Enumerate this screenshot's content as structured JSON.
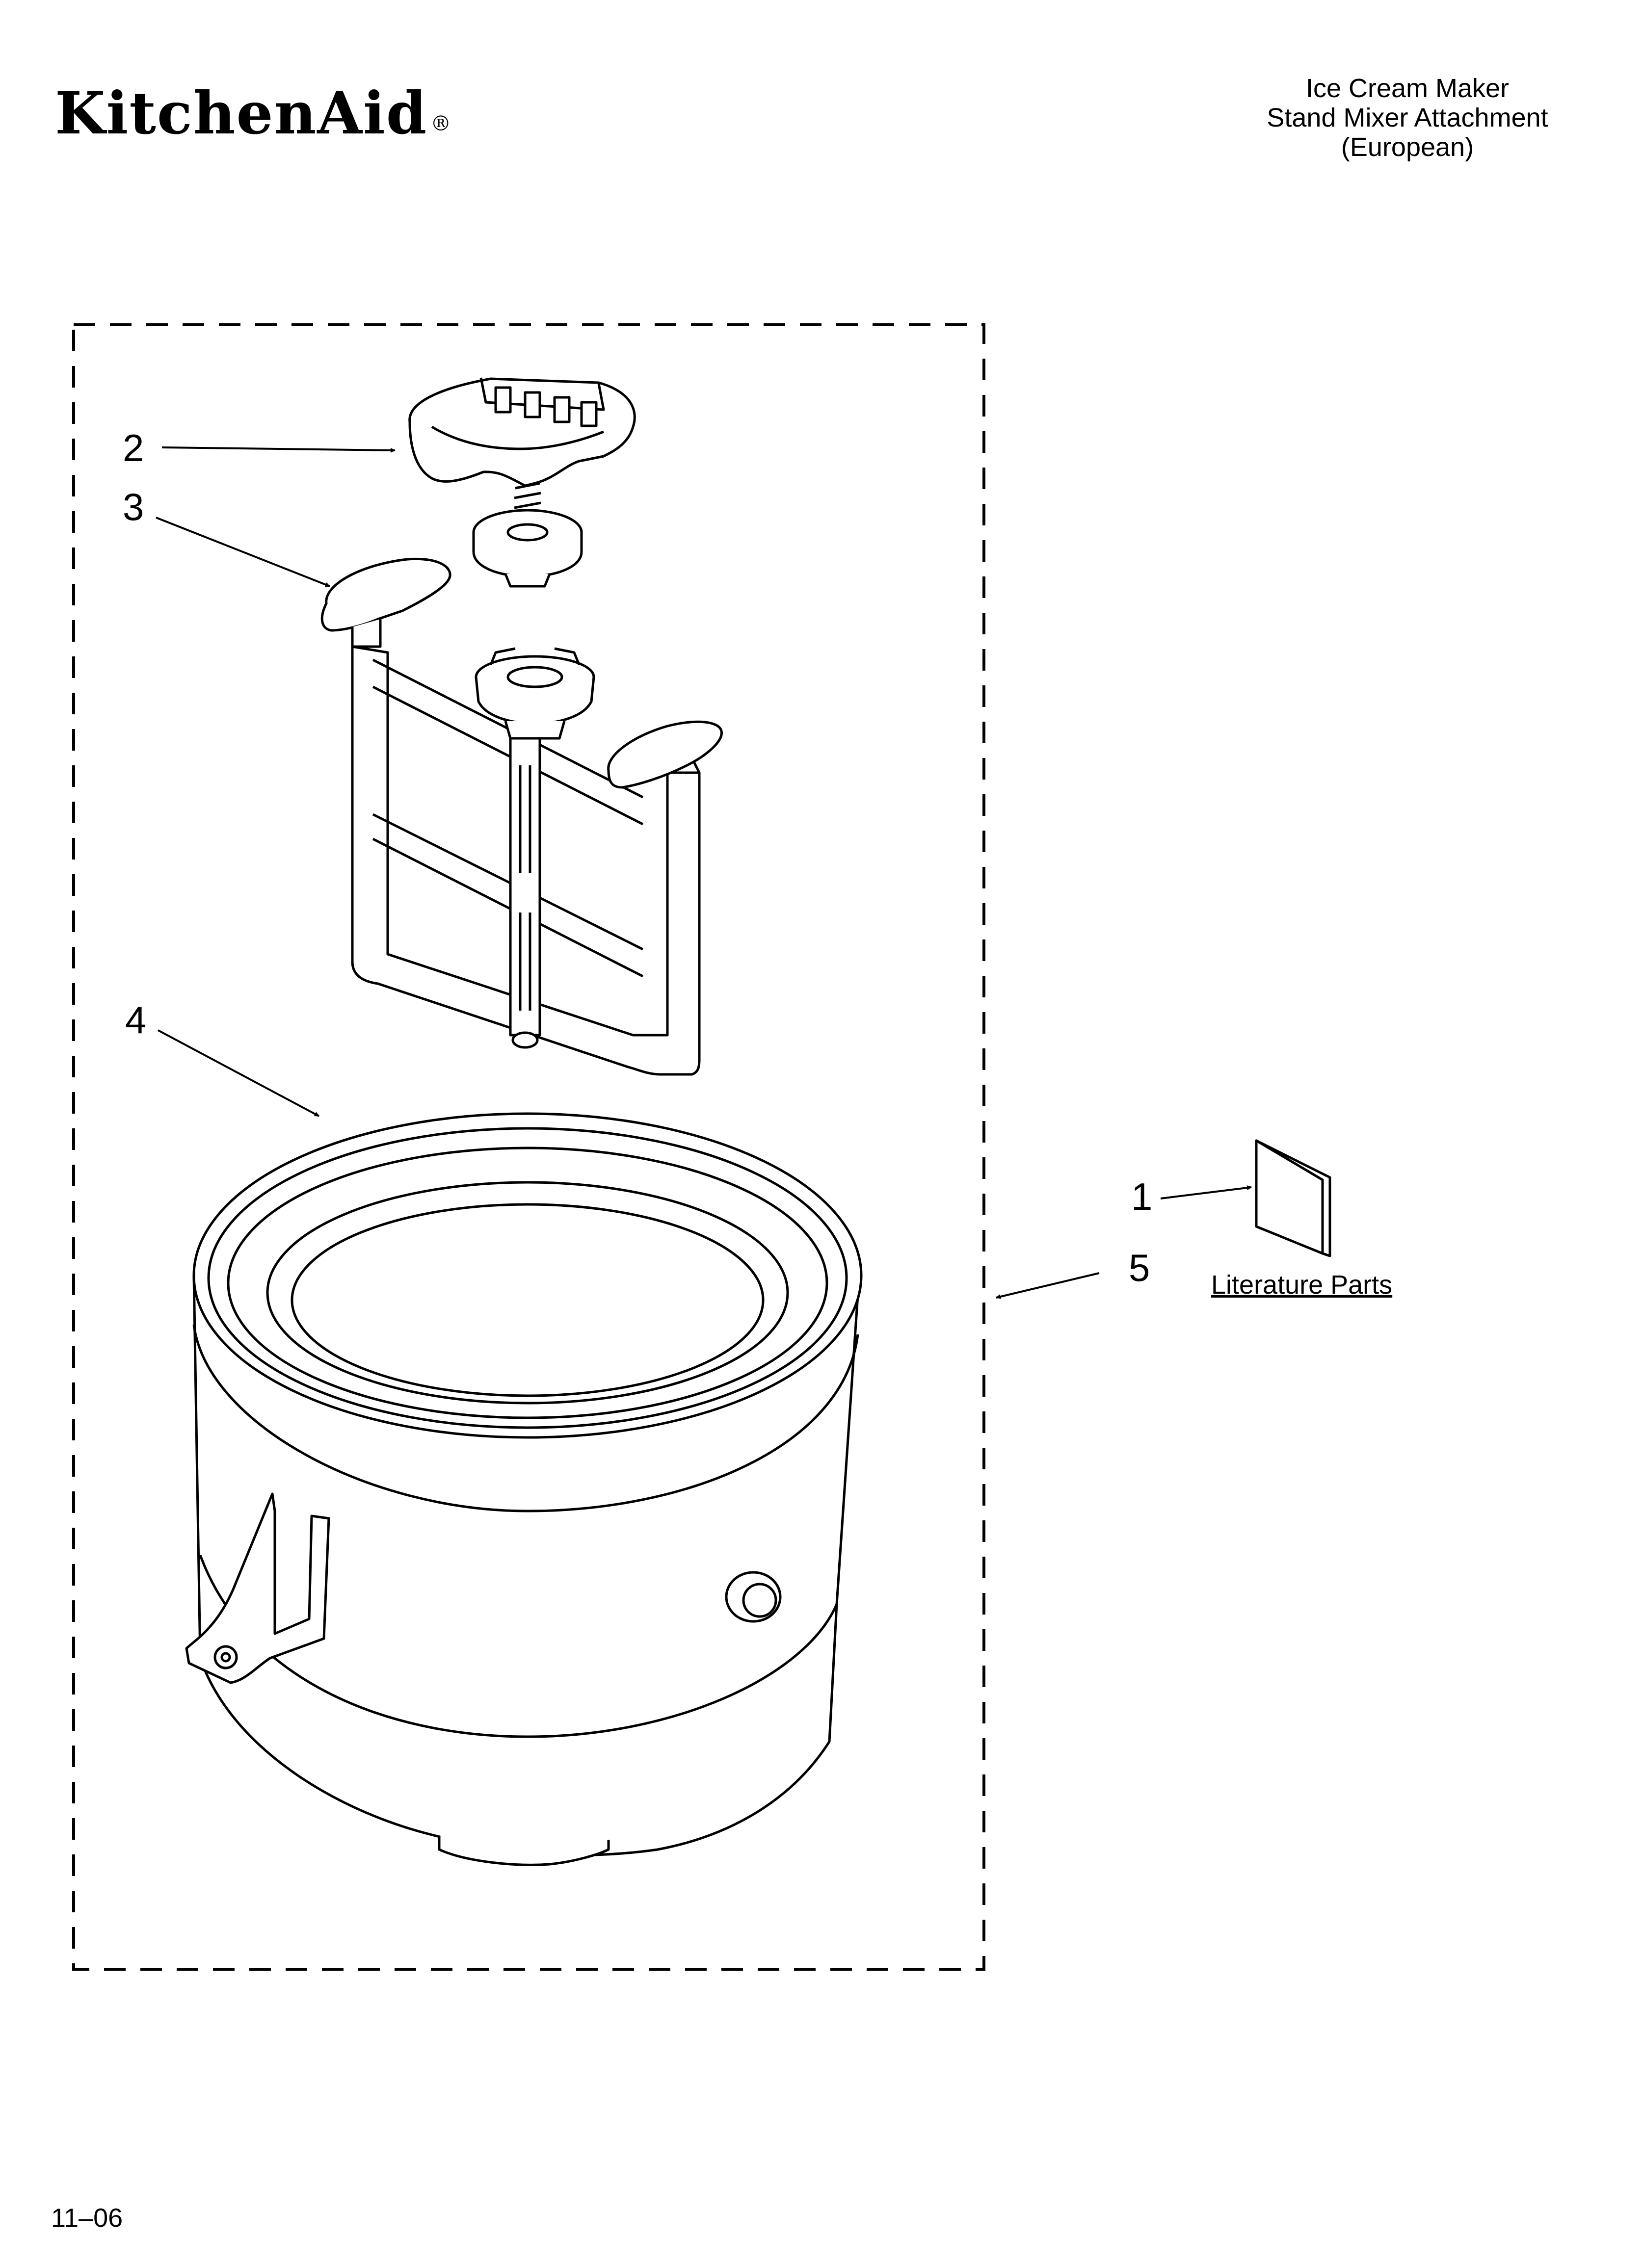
{
  "brand": {
    "name": "KitchenAid",
    "registered": "®"
  },
  "title_lines": [
    "Ice Cream Maker",
    "Stand Mixer Attachment",
    "(European)"
  ],
  "callouts": [
    {
      "id": "1",
      "label": "1"
    },
    {
      "id": "2",
      "label": "2"
    },
    {
      "id": "3",
      "label": "3"
    },
    {
      "id": "4",
      "label": "4"
    },
    {
      "id": "5",
      "label": "5"
    }
  ],
  "literature_label": "Literature Parts",
  "footer_code": "11–06"
}
